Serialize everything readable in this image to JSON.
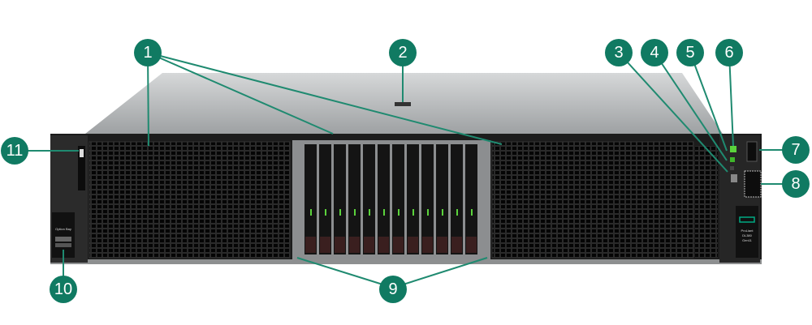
{
  "colors": {
    "callout": "#107a62",
    "line": "#1f8a70",
    "chassis": "#1c1c1c",
    "lid": "#b9bcbd",
    "led_green": "#5bd33c"
  },
  "labels": {
    "option_bay": "Option Bay",
    "model_line1": "ProLiant",
    "model_line2": "DL380",
    "model_line3": "Gen11"
  },
  "drive_count": 12,
  "callouts": [
    {
      "id": "1",
      "text": "1"
    },
    {
      "id": "2",
      "text": "2"
    },
    {
      "id": "3",
      "text": "3"
    },
    {
      "id": "4",
      "text": "4"
    },
    {
      "id": "5",
      "text": "5"
    },
    {
      "id": "6",
      "text": "6"
    },
    {
      "id": "7",
      "text": "7"
    },
    {
      "id": "8",
      "text": "8"
    },
    {
      "id": "9",
      "text": "9"
    },
    {
      "id": "10",
      "text": "10"
    },
    {
      "id": "11",
      "text": "11"
    }
  ]
}
